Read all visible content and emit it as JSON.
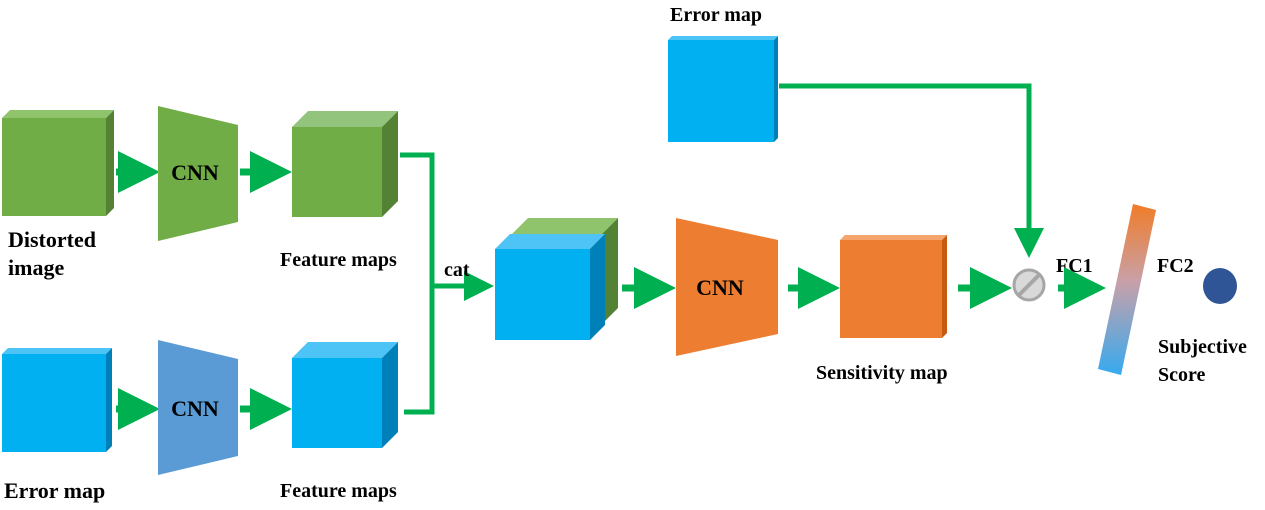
{
  "labels": {
    "distorted_image_line1": "Distorted",
    "distorted_image_line2": "image",
    "error_map_input": "Error map",
    "error_map_top": "Error map",
    "cnn_top": "CNN",
    "cnn_bottom": "CNN",
    "cnn_middle": "CNN",
    "feature_maps_top": "Feature maps",
    "feature_maps_bottom": "Feature maps",
    "cat": "cat",
    "sensitivity_map": "Sensitivity map",
    "fc1": "FC1",
    "fc2": "FC2",
    "subjective_line1": "Subjective",
    "subjective_line2": "Score"
  },
  "colors": {
    "green_block": "#70ad47",
    "blue_block": "#00b0f0",
    "orange_block": "#ed7d31",
    "cnn_blue": "#5b9bd5",
    "arrow_green": "#00b050",
    "score_dot": "#2f5597",
    "operator_gray": "#bfbfbf"
  },
  "icons": {
    "multiply_operator": "element-wise-product-icon"
  }
}
